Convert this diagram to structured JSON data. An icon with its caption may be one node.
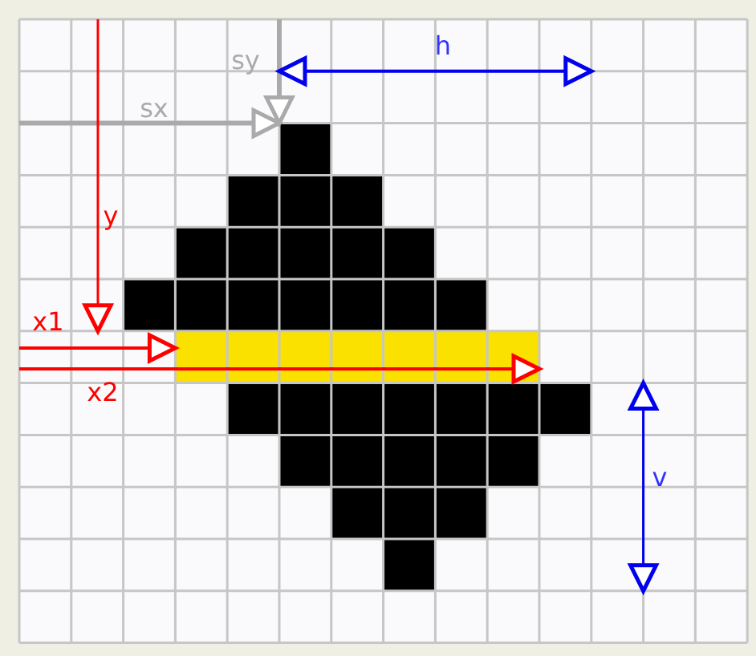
{
  "diagram": {
    "labels": [
      "sy",
      "h",
      "sx",
      "y",
      "x1",
      "x2",
      "v"
    ]
  }
}
